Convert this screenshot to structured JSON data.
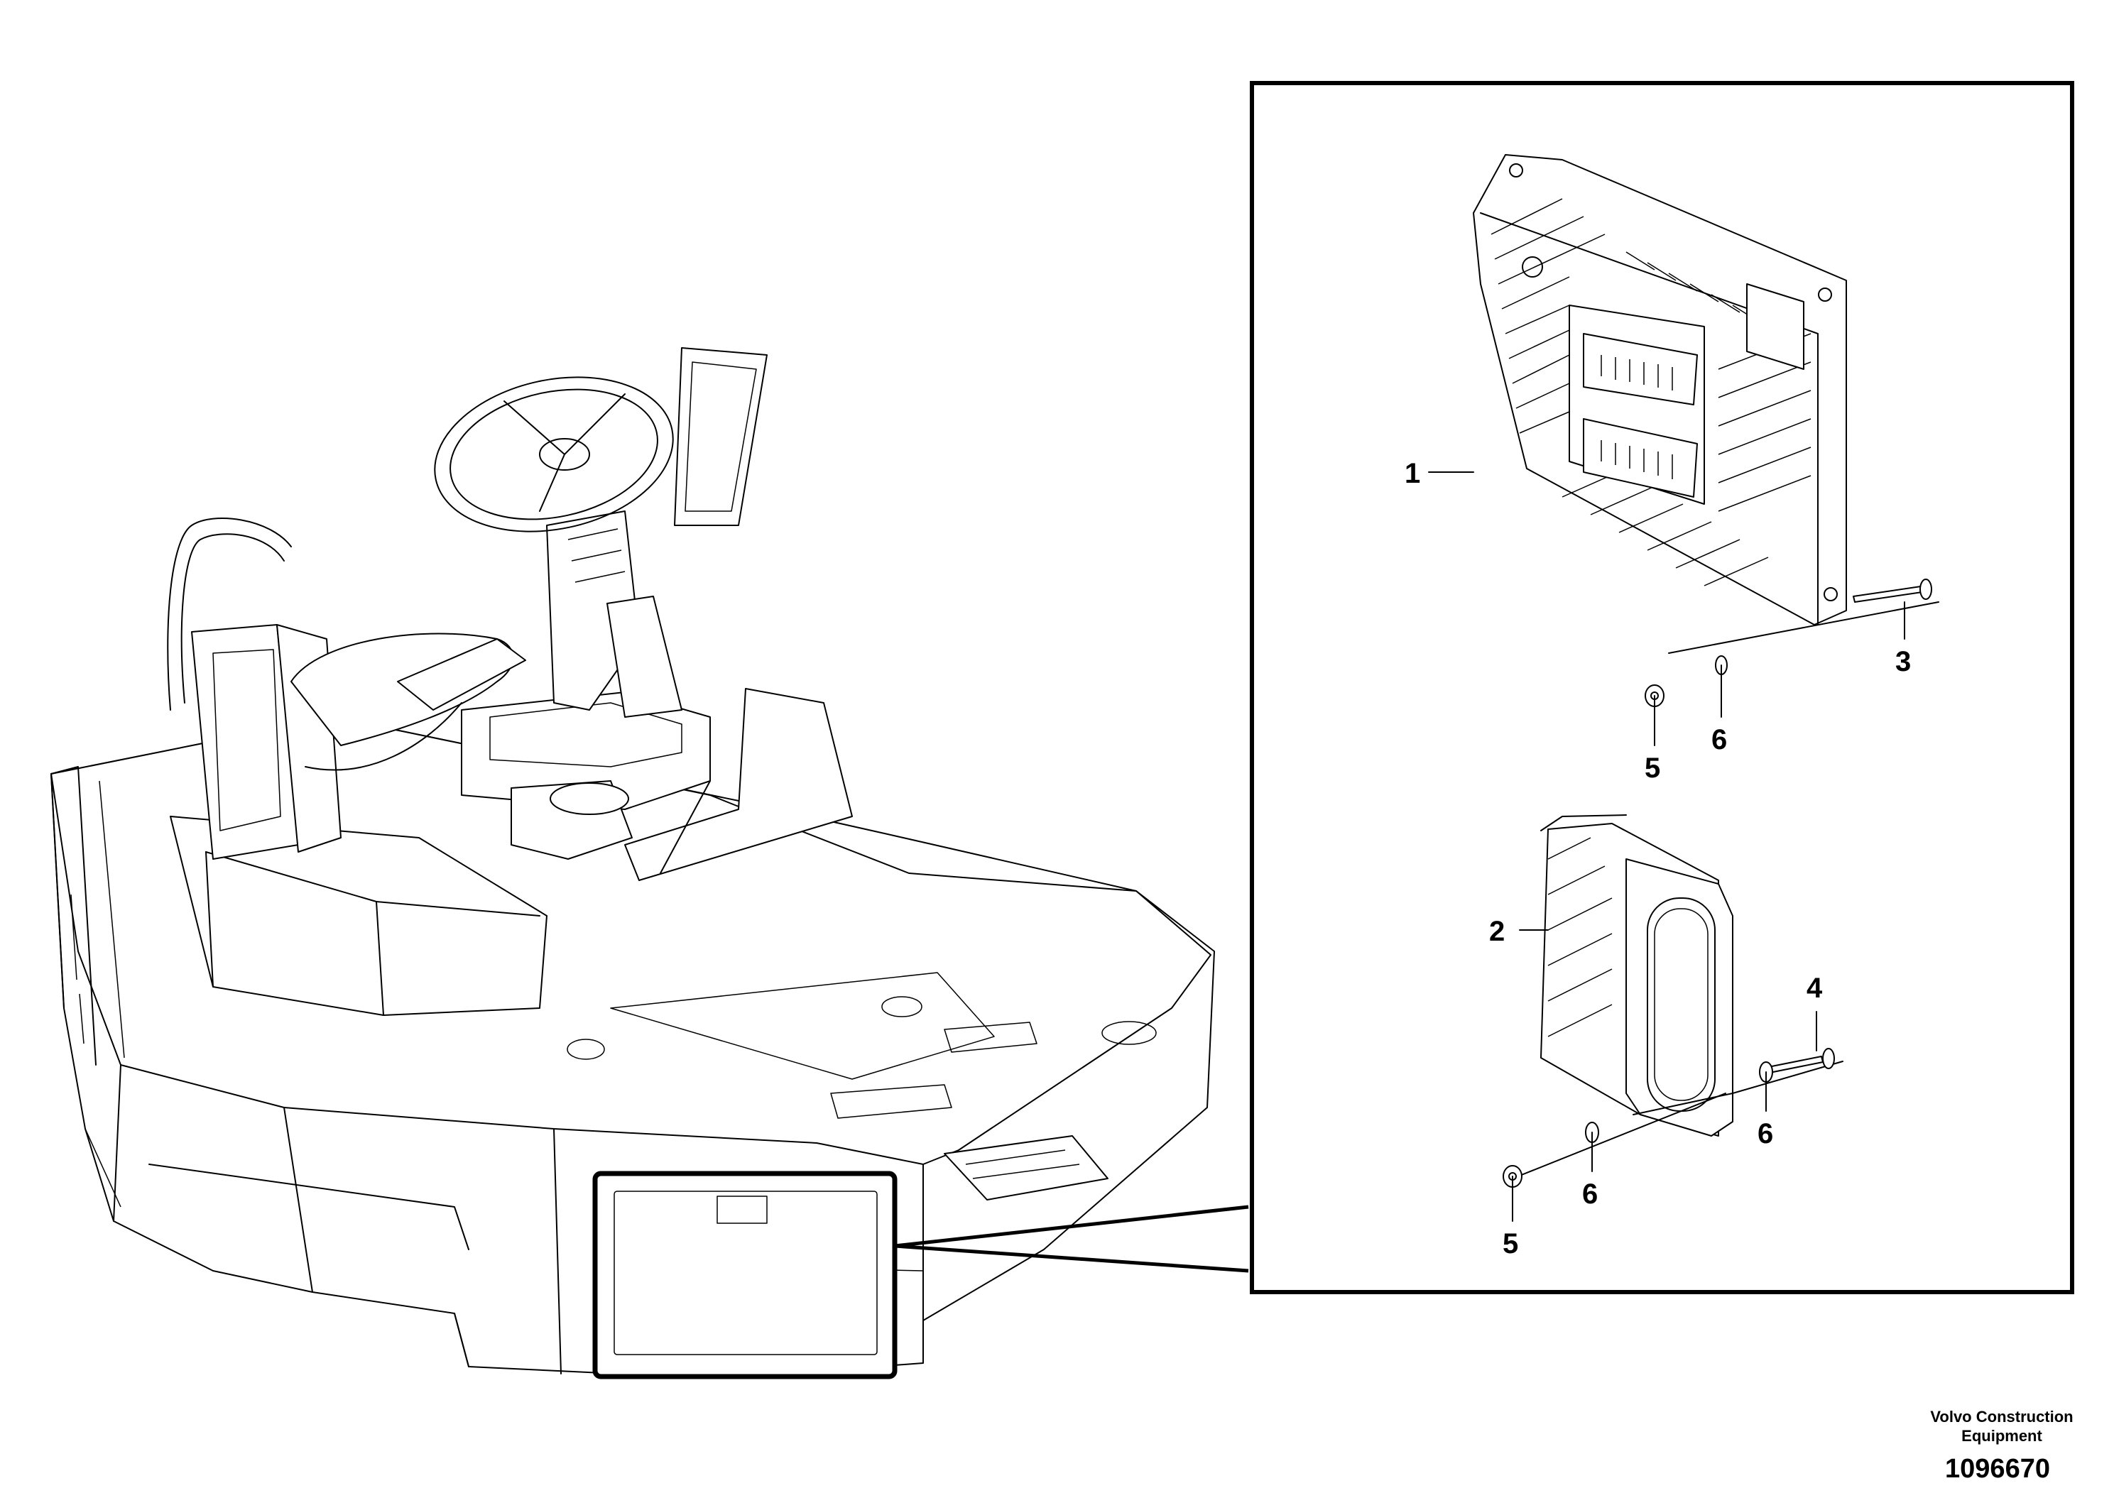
{
  "callouts": {
    "c1": "1",
    "c2": "2",
    "c3": "3",
    "c4": "4",
    "c5a": "5",
    "c6a": "6",
    "c6b": "6",
    "c6c": "6",
    "c5b": "5"
  },
  "footer": {
    "brand_line1": "Volvo Construction",
    "brand_line2": "Equipment",
    "doc_number": "1096670"
  },
  "colors": {
    "line": "#000000",
    "background": "#ffffff"
  }
}
